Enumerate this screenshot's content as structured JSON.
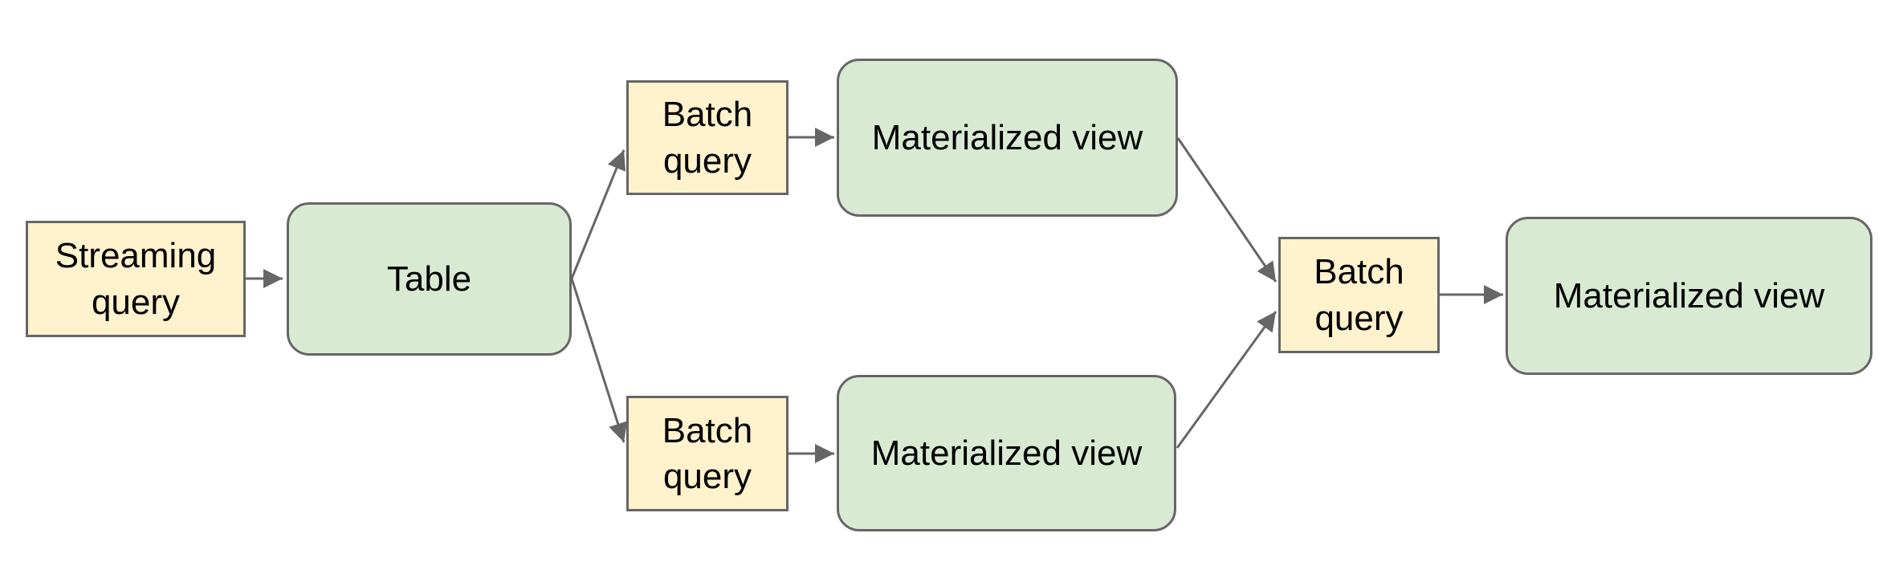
{
  "diagram": {
    "background_color": "#ffffff",
    "colors": {
      "query_fill": "#fff2cc",
      "store_fill": "#d9ead3",
      "border": "#666666",
      "arrow": "#666666",
      "text": "#000000"
    },
    "nodes": {
      "streaming_query": {
        "label": "Streaming query",
        "shape": "rectangle",
        "fill": "#fff2cc"
      },
      "table": {
        "label": "Table",
        "shape": "rounded-rectangle",
        "fill": "#d9ead3"
      },
      "batch_query_top": {
        "label": "Batch query",
        "shape": "rectangle",
        "fill": "#fff2cc"
      },
      "materialized_view_top": {
        "label": "Materialized view",
        "shape": "rounded-rectangle",
        "fill": "#d9ead3"
      },
      "batch_query_bottom": {
        "label": "Batch query",
        "shape": "rectangle",
        "fill": "#fff2cc"
      },
      "materialized_view_bottom": {
        "label": "Materialized view",
        "shape": "rounded-rectangle",
        "fill": "#d9ead3"
      },
      "batch_query_right": {
        "label": "Batch query",
        "shape": "rectangle",
        "fill": "#fff2cc"
      },
      "materialized_view_right": {
        "label": "Materialized view",
        "shape": "rounded-rectangle",
        "fill": "#d9ead3"
      }
    },
    "edges": [
      {
        "from": "streaming_query",
        "to": "table"
      },
      {
        "from": "table",
        "to": "batch_query_top"
      },
      {
        "from": "table",
        "to": "batch_query_bottom"
      },
      {
        "from": "batch_query_top",
        "to": "materialized_view_top"
      },
      {
        "from": "batch_query_bottom",
        "to": "materialized_view_bottom"
      },
      {
        "from": "materialized_view_top",
        "to": "batch_query_right"
      },
      {
        "from": "materialized_view_bottom",
        "to": "batch_query_right"
      },
      {
        "from": "batch_query_right",
        "to": "materialized_view_right"
      }
    ]
  }
}
